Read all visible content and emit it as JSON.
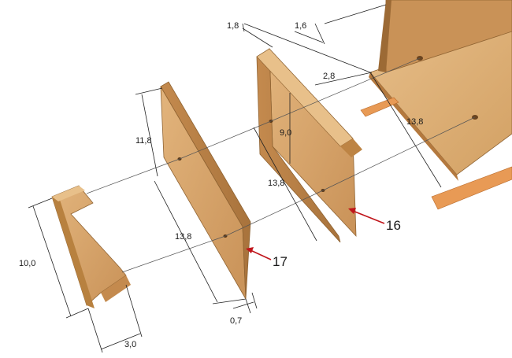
{
  "dimensions": {
    "d_1_8": "1,8",
    "d_1_6": "1,6",
    "d_2_8": "2,8",
    "d_9_0": "9,0",
    "d_11_8": "11,8",
    "d_13_8_left": "13,8",
    "d_13_8_mid": "13,8",
    "d_13_8_right": "13,8",
    "d_10_0": "10,0",
    "d_3_0": "3,0",
    "d_0_7": "0,7"
  },
  "callouts": {
    "part_16": "16",
    "part_17": "17"
  },
  "colors": {
    "wood_face": "#d6a46a",
    "wood_side": "#b98349",
    "wood_edge": "#e8c08a",
    "rail": "#e89a55",
    "arrow": "#c0151b"
  }
}
